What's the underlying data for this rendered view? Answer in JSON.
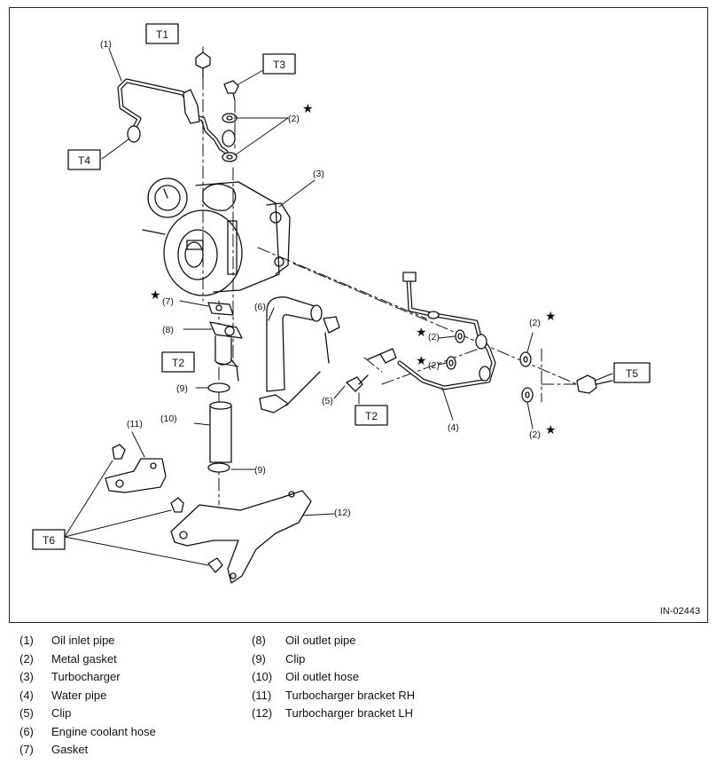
{
  "figure": {
    "id_text": "IN-02443",
    "torque_labels": [
      "T1",
      "T2",
      "T2",
      "T3",
      "T4",
      "T5",
      "T6"
    ],
    "callouts": [
      "(1)",
      "(2)",
      "(3)",
      "(4)",
      "(5)",
      "(6)",
      "(7)",
      "(8)",
      "(9)",
      "(10)",
      "(11)",
      "(12)"
    ],
    "star": "★"
  },
  "legend": {
    "left": [
      {
        "num": "(1)",
        "text": "Oil inlet pipe"
      },
      {
        "num": "(2)",
        "text": "Metal gasket"
      },
      {
        "num": "(3)",
        "text": "Turbocharger"
      },
      {
        "num": "(4)",
        "text": "Water pipe"
      },
      {
        "num": "(5)",
        "text": "Clip"
      },
      {
        "num": "(6)",
        "text": "Engine coolant hose"
      },
      {
        "num": "(7)",
        "text": "Gasket"
      }
    ],
    "right": [
      {
        "num": "(8)",
        "text": "Oil outlet pipe"
      },
      {
        "num": "(9)",
        "text": "Clip"
      },
      {
        "num": "(10)",
        "text": "Oil outlet hose"
      },
      {
        "num": "(11)",
        "text": "Turbocharger bracket RH"
      },
      {
        "num": "(12)",
        "text": "Turbocharger bracket LH"
      }
    ]
  }
}
